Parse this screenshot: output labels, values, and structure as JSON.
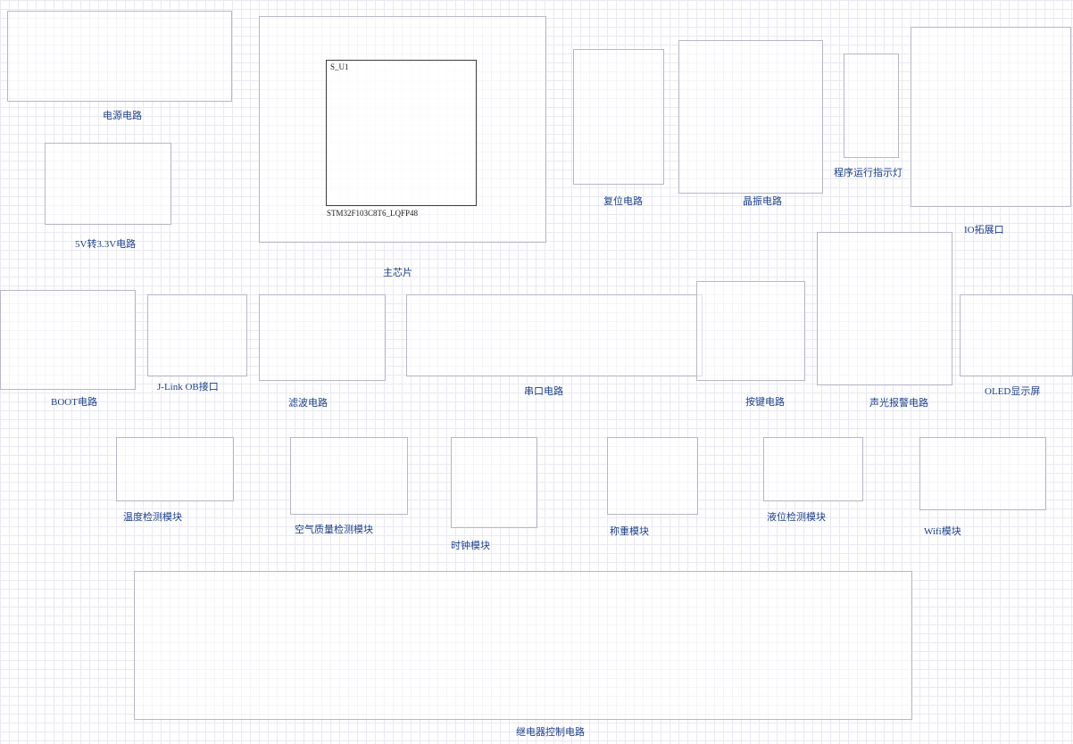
{
  "sections": {
    "power": "电源电路",
    "ldo": "5V转3.3V电路",
    "mcu": "主芯片",
    "reset": "复位电路",
    "crystal": "晶振电路",
    "run_led": "程序运行指示灯",
    "io_ext": "IO拓展口",
    "boot": "BOOT电路",
    "jlink": "J-Link OB接口",
    "filter": "滤波电路",
    "serial": "串口电路",
    "keys": "按键电路",
    "alarm": "声光报警电路",
    "oled": "OLED显示屏",
    "temp": "温度检测模块",
    "air": "空气质量检测模块",
    "clock": "时钟模块",
    "weigh": "称重模块",
    "level": "液位检测模块",
    "wifi": "Wifi模块",
    "relay": "继电器控制电路"
  },
  "mcu": {
    "designator": "S_U1",
    "part": "STM32F103C8T6_LQFP48"
  }
}
